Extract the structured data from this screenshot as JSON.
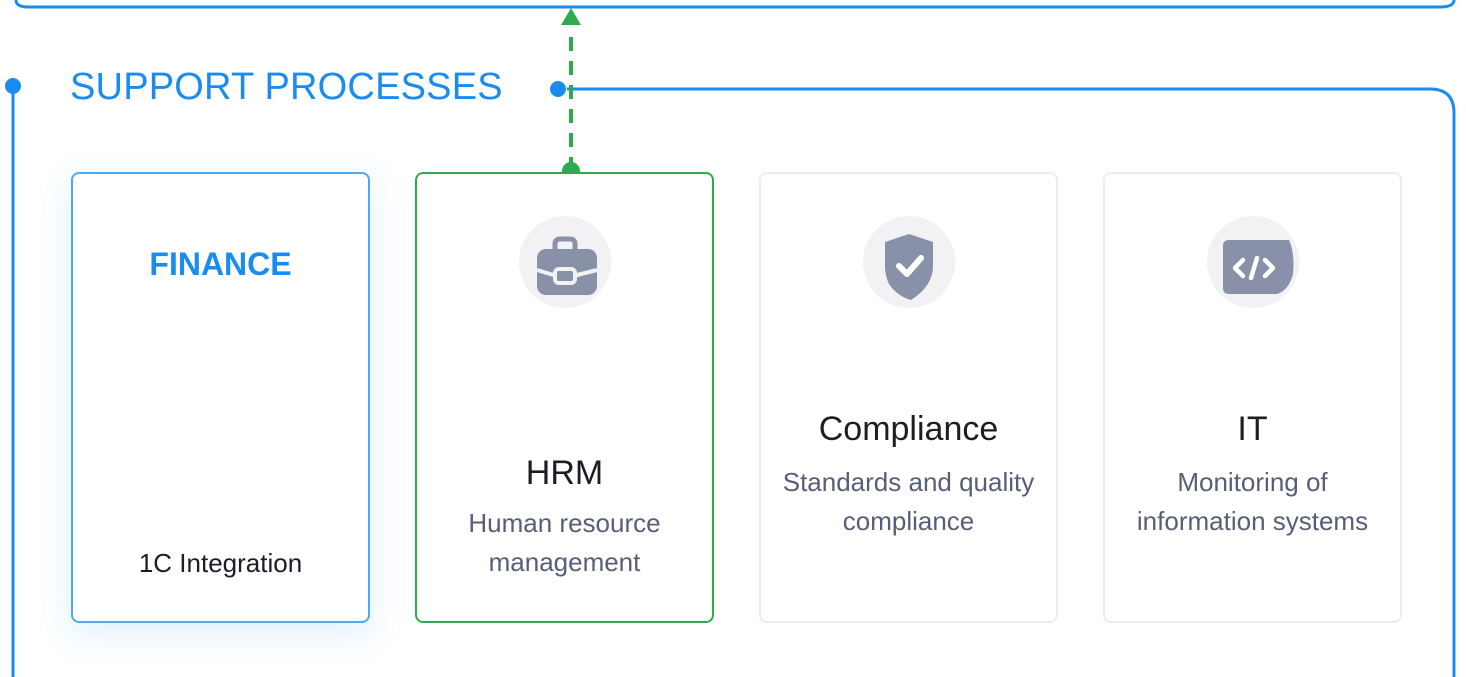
{
  "section": {
    "title": "SUPPORT PROCESSES"
  },
  "cards": [
    {
      "title": "FINANCE",
      "description": "1C Integration",
      "icon": ""
    },
    {
      "title": "HRM",
      "description": "Human resource management",
      "icon": "briefcase-icon"
    },
    {
      "title": "Compliance",
      "description": "Standards and quality compliance",
      "icon": "shield-check-icon"
    },
    {
      "title": "IT",
      "description": "Monitoring of information systems",
      "icon": "code-icon"
    }
  ],
  "colors": {
    "accent_blue": "#1a8cf0",
    "connector_green": "#2eaa4f",
    "card_border": "#ececf0",
    "icon_fill": "#8891a8",
    "icon_bg": "#f2f2f5",
    "title_dark": "#1d1d26",
    "text_muted": "#575e78"
  }
}
